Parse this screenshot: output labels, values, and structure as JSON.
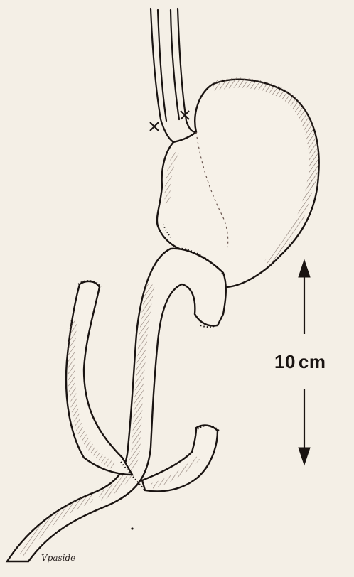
{
  "measurement": {
    "value": "10",
    "unit": "cm"
  },
  "signature": "Vpaside",
  "colors": {
    "background": "#f4efe6",
    "ink": "#1a1412",
    "hatch": "#6b5750"
  },
  "icons": {
    "up_arrow": "arrow-up-icon",
    "down_arrow": "arrow-down-icon",
    "suture_marks": "cross-icon"
  }
}
